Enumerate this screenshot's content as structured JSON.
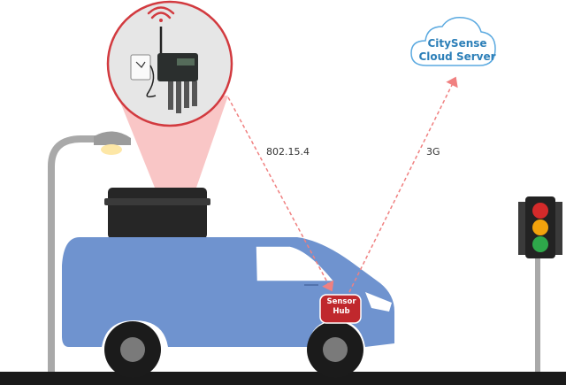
{
  "cloud": {
    "line1": "CitySense",
    "line2": "Cloud Server"
  },
  "hub": {
    "line1": "Sensor",
    "line2": "Hub"
  },
  "links": {
    "wireless": "802.15.4",
    "cellular": "3G"
  },
  "colors": {
    "van": "#6f93cf",
    "hub": "#c0282d",
    "cloud_outline": "#5aa9e0",
    "cloud_text": "#2c7fb8",
    "link_arrow": "#f08080",
    "magnifier_outline": "#d23a3f",
    "road": "#1a1a1a",
    "light_red": "#d42a2a",
    "light_amber": "#f2a20c",
    "light_green": "#2ea84a"
  }
}
